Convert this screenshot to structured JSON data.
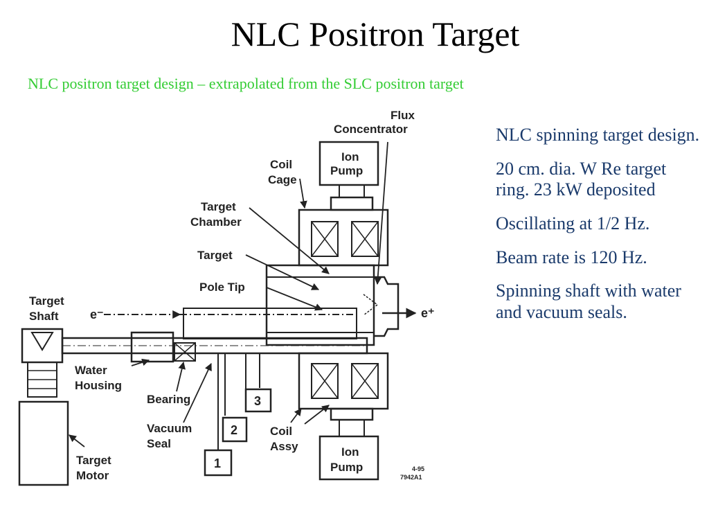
{
  "slide": {
    "title": "NLC Positron Target",
    "subtitle": "NLC positron target design – extrapolated from the SLC positron target",
    "accent_color": "#33cc33",
    "bullet_color": "#1a3a6b"
  },
  "bullets": [
    "NLC spinning target design.",
    "20 cm. dia. W Re target ring. 23 kW deposited",
    "Oscillating at 1/2 Hz.",
    "Beam rate is 120 Hz.",
    "Spinning shaft with water and vacuum seals."
  ],
  "diagram": {
    "labels": {
      "flux_concentrator_1": "Flux",
      "flux_concentrator_2": "Concentrator",
      "ion_pump_top_1": "Ion",
      "ion_pump_top_2": "Pump",
      "coil_cage_1": "Coil",
      "coil_cage_2": "Cage",
      "target_chamber_1": "Target",
      "target_chamber_2": "Chamber",
      "target": "Target",
      "pole_tip": "Pole Tip",
      "target_shaft_1": "Target",
      "target_shaft_2": "Shaft",
      "electron": "e⁻",
      "positron": "e⁺",
      "water_housing_1": "Water",
      "water_housing_2": "Housing",
      "bearing": "Bearing",
      "vacuum_seal_1": "Vacuum",
      "vacuum_seal_2": "Seal",
      "coil_assy_1": "Coil",
      "coil_assy_2": "Assy",
      "ion_pump_bottom_1": "Ion",
      "ion_pump_bottom_2": "Pump",
      "target_motor_1": "Target",
      "target_motor_2": "Motor",
      "box_1": "1",
      "box_2": "2",
      "box_3": "3",
      "ref_1": "4-95",
      "ref_2": "7942A1"
    }
  }
}
